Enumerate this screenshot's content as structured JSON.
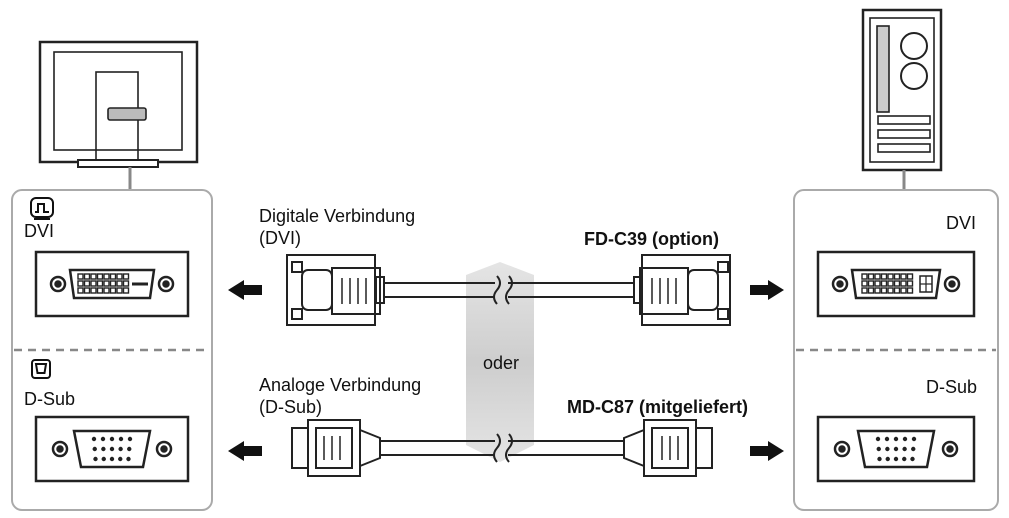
{
  "left_panel": {
    "dvi_label": "DVI",
    "dsub_label": "D-Sub"
  },
  "right_panel": {
    "dvi_label": "DVI",
    "dsub_label": "D-Sub"
  },
  "digital_connection": {
    "title_line1": "Digitale Verbindung",
    "title_line2": "(DVI)",
    "cable_name": "FD-C39 (option)"
  },
  "analog_connection": {
    "title_line1": "Analoge Verbindung",
    "title_line2": "(D-Sub)",
    "cable_name": "MD-C87 (mitgeliefert)"
  },
  "separator_label": "oder",
  "icons": [
    "monitor-icon",
    "pc-tower-icon",
    "dvi-input-icon",
    "dsub-input-icon",
    "arrow-left-icon",
    "arrow-right-icon",
    "cable-break-icon"
  ]
}
